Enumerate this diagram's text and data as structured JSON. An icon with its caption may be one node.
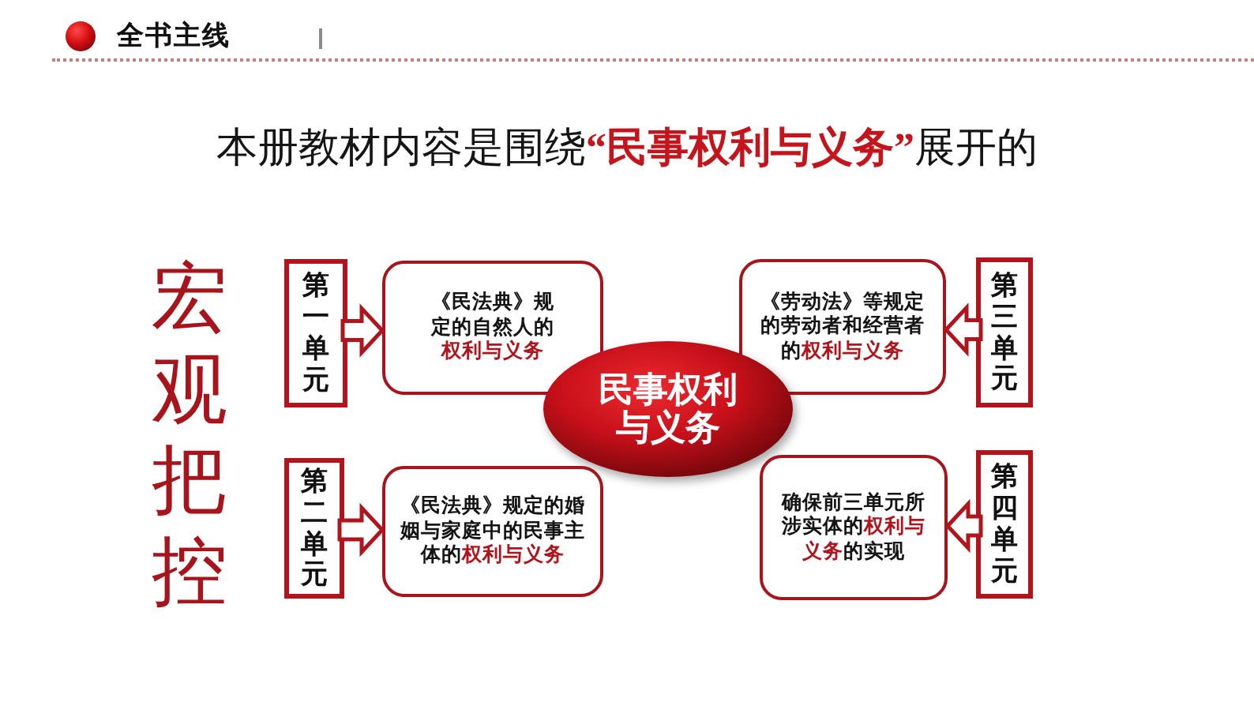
{
  "diagram": {
    "title": "本册教材内容是围绕**“民事权利与义务”**展开的",
    "nodes": [
      {
        "text": [
          "第一单元"
        ]
      },
      {
        "text": [
          "《民法典》规定的自然人的**权利与义务**"
        ]
      },
      {
        "text": [
          "《劳动法》等规定的劳动者和经营者的**权利与义务**"
        ]
      },
      {
        "text": [
          "第三单元"
        ]
      },
      {
        "text": [
          "民事权利与义务"
        ]
      },
      {
        "text": [
          "第二单元"
        ]
      },
      {
        "text": [
          "《民法典》规定的婚姻与家庭中的民事主体的**权利与义务**"
        ]
      },
      {
        "text": [
          "确保前三单元所涉实体的**权利与义务**的实现"
        ]
      },
      {
        "text": [
          "第四单元"
        ]
      }
    ],
    "edges": [
      {
        "from": 0,
        "to": 1,
        "arrow": "to"
      },
      {
        "from": 3,
        "to": 2,
        "arrow": "to"
      },
      {
        "from": 5,
        "to": 6,
        "arrow": "to"
      },
      {
        "from": 8,
        "to": 7,
        "arrow": "to"
      }
    ],
    "labels": [
      "全书主线",
      "宏观把控"
    ]
  }
}
